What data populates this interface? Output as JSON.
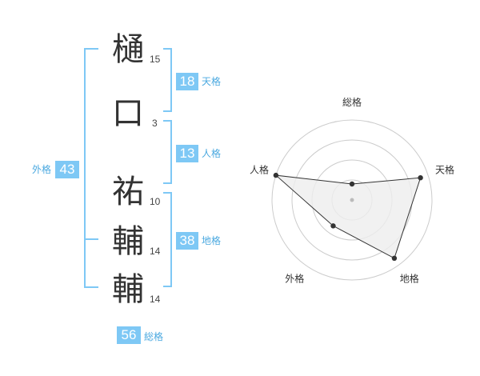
{
  "colors": {
    "accent": "#7ec8f5",
    "label_text": "#4ba9e0",
    "kanji": "#333333",
    "ring": "#cccccc",
    "fill": "#eeeeee",
    "line": "#333333"
  },
  "name": {
    "characters": [
      {
        "char": "樋",
        "strokes": "15"
      },
      {
        "char": "口",
        "strokes": "3"
      },
      {
        "char": "祐",
        "strokes": "10"
      },
      {
        "char": "輔",
        "strokes": "14"
      },
      {
        "char": "輔",
        "strokes": "14"
      }
    ]
  },
  "fortunes": {
    "tenkaku": {
      "value": "18",
      "label": "天格"
    },
    "jinkaku": {
      "value": "13",
      "label": "人格"
    },
    "chikaku": {
      "value": "38",
      "label": "地格"
    },
    "gaikaku": {
      "value": "43",
      "label": "外格"
    },
    "soukaku": {
      "value": "56",
      "label": "総格"
    }
  },
  "chart_data": {
    "type": "radar",
    "axes": [
      "総格",
      "天格",
      "地格",
      "外格",
      "人格"
    ],
    "values": [
      0.2,
      0.9,
      0.9,
      0.4,
      1.0
    ],
    "range": [
      0,
      1
    ],
    "rings": 4
  }
}
